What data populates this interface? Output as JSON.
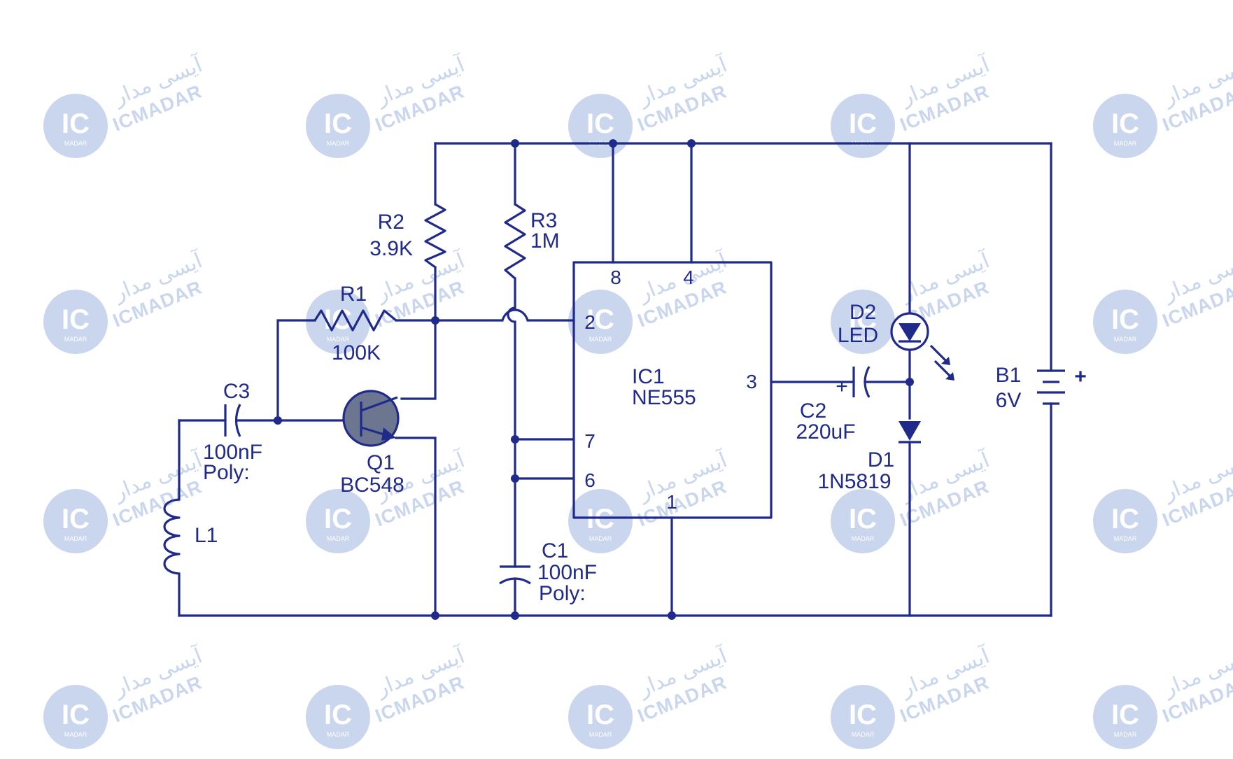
{
  "watermark": {
    "persian_text": "آیسی مدار",
    "english_text": "ICMADAR",
    "logo_text": "IC",
    "logo_subtext": "MADAR"
  },
  "components": {
    "r2": {
      "name": "R2",
      "value": "3.9K"
    },
    "r3": {
      "name": "R3",
      "value": "1M"
    },
    "r1": {
      "name": "R1",
      "value": "100K"
    },
    "c3": {
      "name": "C3",
      "value": "100nF",
      "note": "Poly:"
    },
    "q1": {
      "name": "Q1",
      "value": "BC548"
    },
    "l1": {
      "name": "L1"
    },
    "c1": {
      "name": "C1",
      "value": "100nF",
      "note": "Poly:"
    },
    "ic1": {
      "name": "IC1",
      "value": "NE555",
      "pins": {
        "p8": "8",
        "p4": "4",
        "p2": "2",
        "p3": "3",
        "p7": "7",
        "p6": "6",
        "p1": "1"
      }
    },
    "c2": {
      "name": "C2",
      "value": "220uF",
      "polarity": "+"
    },
    "d2": {
      "name": "D2",
      "value": "LED"
    },
    "d1": {
      "name": "D1",
      "value": "1N5819"
    },
    "b1": {
      "name": "B1",
      "value": "6V",
      "polarity": "+"
    }
  },
  "colors": {
    "ink": "#1f2a8a",
    "watermark": "#c9d6ee",
    "background": "#ffffff"
  }
}
